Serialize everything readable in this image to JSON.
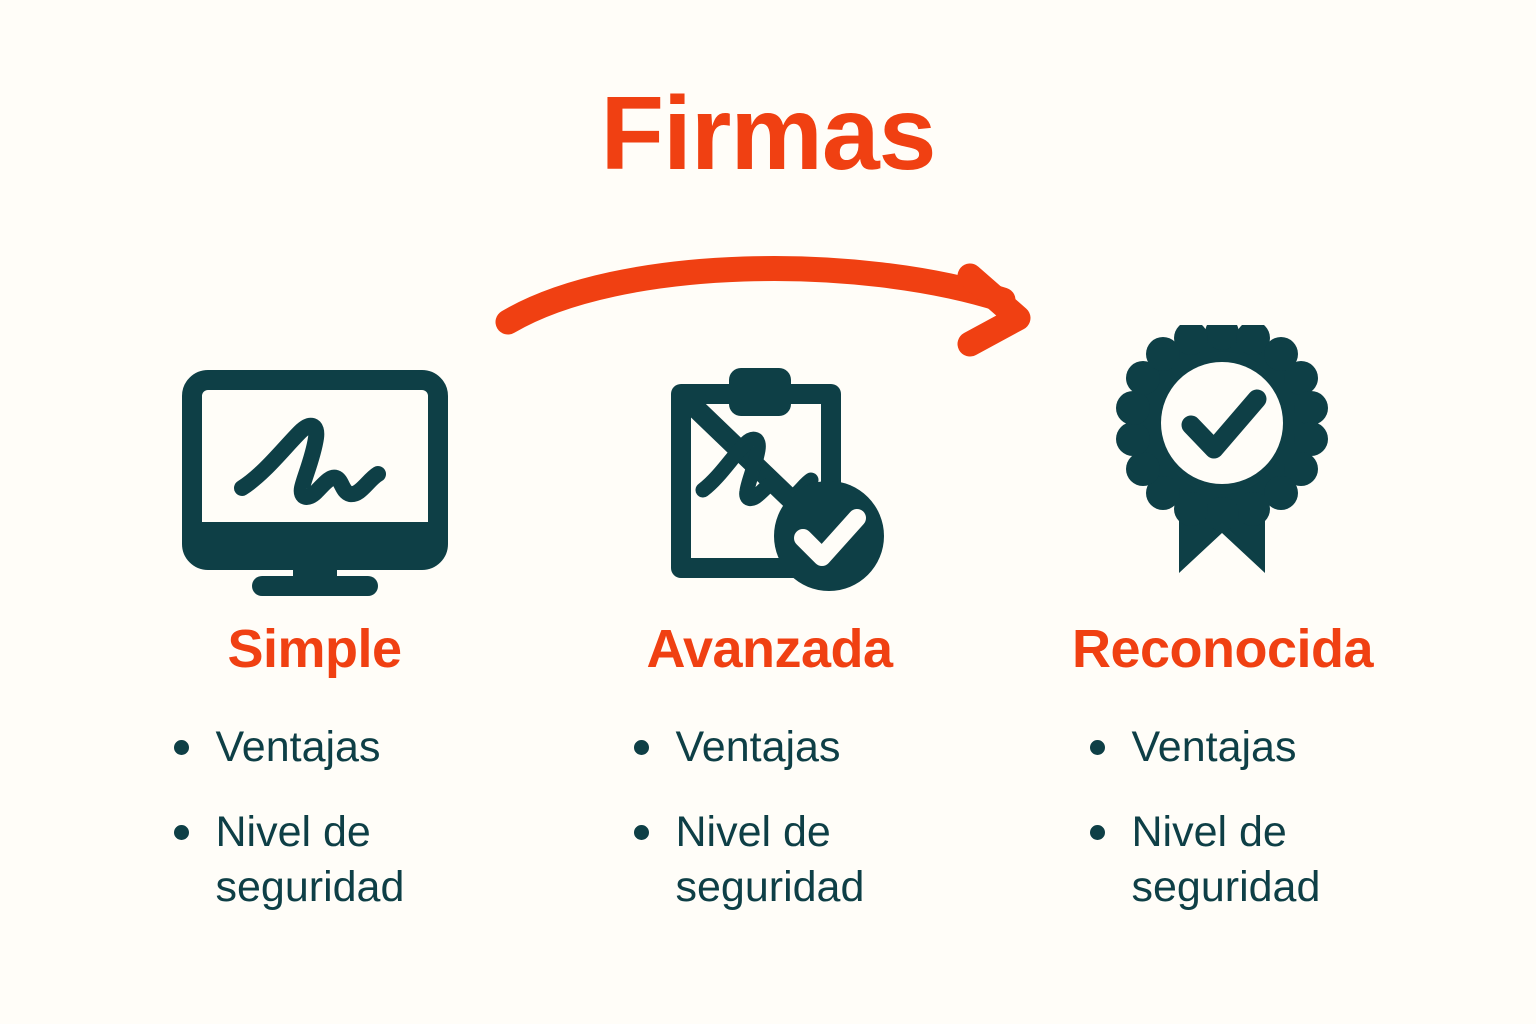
{
  "title": "Firmas",
  "colors": {
    "background": "#FFFDF8",
    "accent_orange": "#F04012",
    "dark_teal": "#0E3F46"
  },
  "arrow": {
    "name": "curved-progression-arrow",
    "direction": "left-to-right",
    "color": "#F04012"
  },
  "columns": [
    {
      "id": "simple",
      "icon": "monitor-signature-icon",
      "heading": "Simple",
      "bullets": [
        "Ventajas",
        "Nivel de seguridad"
      ]
    },
    {
      "id": "avanzada",
      "icon": "clipboard-signature-check-icon",
      "heading": "Avanzada",
      "bullets": [
        "Ventajas",
        "Nivel de seguridad"
      ]
    },
    {
      "id": "reconocida",
      "icon": "award-badge-check-icon",
      "heading": "Reconocida",
      "bullets": [
        "Ventajas",
        "Nivel de seguridad"
      ]
    }
  ]
}
